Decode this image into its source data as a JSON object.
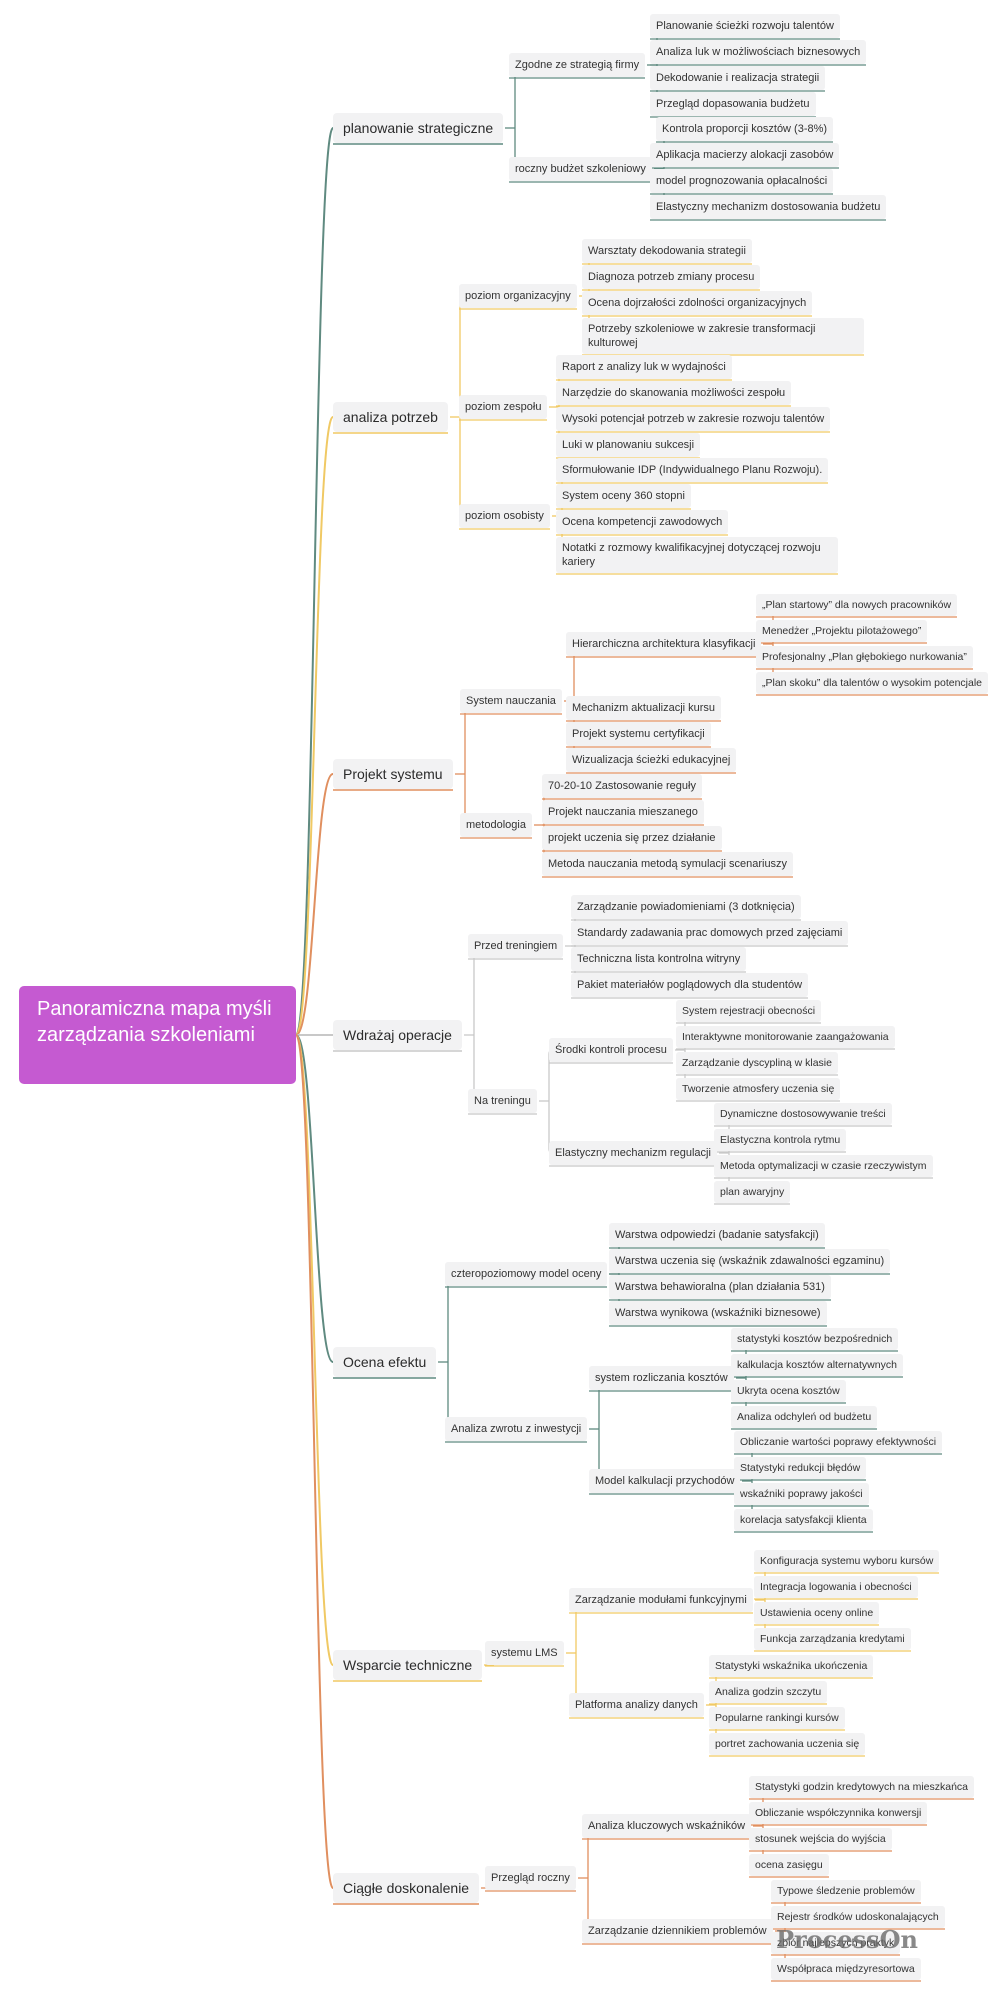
{
  "root": {
    "title": "Panoramiczna mapa myśli zarządzania szkoleniami"
  },
  "branches": [
    {
      "label": "planowanie strategiczne",
      "color": "#5f8a80",
      "children": [
        {
          "label": "Zgodne ze strategią firmy",
          "children": [
            {
              "label": "Planowanie ścieżki rozwoju talentów"
            },
            {
              "label": "Analiza luk w możliwościach biznesowych"
            },
            {
              "label": "Dekodowanie i realizacja strategii"
            },
            {
              "label": "Przegląd dopasowania budżetu"
            }
          ]
        },
        {
          "label": "roczny budżet szkoleniowy",
          "children": [
            {
              "label": "Kontrola proporcji kosztów (3-8%)"
            },
            {
              "label": "Aplikacja macierzy alokacji zasobów"
            },
            {
              "label": "model prognozowania opłacalności"
            },
            {
              "label": "Elastyczny mechanizm dostosowania budżetu"
            }
          ]
        }
      ]
    },
    {
      "label": "analiza potrzeb",
      "color": "#f0c964",
      "children": [
        {
          "label": "poziom organizacyjny",
          "children": [
            {
              "label": "Warsztaty dekodowania strategii"
            },
            {
              "label": "Diagnoza potrzeb zmiany procesu"
            },
            {
              "label": "Ocena dojrzałości zdolności organizacyjnych"
            },
            {
              "label": "Potrzeby szkoleniowe w zakresie transformacji kulturowej"
            }
          ]
        },
        {
          "label": "poziom zespołu",
          "children": [
            {
              "label": "Raport z analizy luk w wydajności"
            },
            {
              "label": "Narzędzie do skanowania możliwości zespołu"
            },
            {
              "label": "Wysoki potencjał potrzeb w zakresie rozwoju talentów"
            },
            {
              "label": "Luki w planowaniu sukcesji"
            }
          ]
        },
        {
          "label": "poziom osobisty",
          "children": [
            {
              "label": "Sformułowanie IDP (Indywidualnego Planu Rozwoju)."
            },
            {
              "label": "System oceny 360 stopni"
            },
            {
              "label": "Ocena kompetencji zawodowych"
            },
            {
              "label": "Notatki z rozmowy kwalifikacyjnej dotyczącej rozwoju kariery"
            }
          ]
        }
      ]
    },
    {
      "label": "Projekt systemu",
      "color": "#e08f5f",
      "children": [
        {
          "label": "System nauczania",
          "children": [
            {
              "label": "Hierarchiczna architektura klasyfikacji",
              "children": [
                {
                  "label": "„Plan startowy” dla nowych pracowników"
                },
                {
                  "label": "Menedżer „Projektu pilotażowego”"
                },
                {
                  "label": "Profesjonalny „Plan głębokiego nurkowania”"
                },
                {
                  "label": "„Plan skoku” dla talentów o wysokim potencjale"
                }
              ]
            },
            {
              "label": "Mechanizm aktualizacji kursu"
            },
            {
              "label": "Projekt systemu certyfikacji"
            },
            {
              "label": "Wizualizacja ścieżki edukacyjnej"
            }
          ]
        },
        {
          "label": "metodologia",
          "children": [
            {
              "label": "70-20-10 Zastosowanie reguły"
            },
            {
              "label": "Projekt nauczania mieszanego"
            },
            {
              "label": "projekt uczenia się przez działanie"
            },
            {
              "label": "Metoda nauczania metodą symulacji scenariuszy"
            }
          ]
        }
      ]
    },
    {
      "label": "Wdrażaj operacje",
      "color": "#c8c8c8",
      "children": [
        {
          "label": "Przed treningiem",
          "children": [
            {
              "label": "Zarządzanie powiadomieniami (3 dotknięcia)"
            },
            {
              "label": "Standardy zadawania prac domowych przed zajęciami"
            },
            {
              "label": "Techniczna lista kontrolna witryny"
            },
            {
              "label": "Pakiet materiałów poglądowych dla studentów"
            }
          ]
        },
        {
          "label": "Na treningu",
          "children": [
            {
              "label": "Środki kontroli procesu",
              "children": [
                {
                  "label": "System rejestracji obecności"
                },
                {
                  "label": "Interaktywne monitorowanie zaangażowania"
                },
                {
                  "label": "Zarządzanie dyscypliną w klasie"
                },
                {
                  "label": "Tworzenie atmosfery uczenia się"
                }
              ]
            },
            {
              "label": "Elastyczny mechanizm regulacji",
              "children": [
                {
                  "label": "Dynamiczne dostosowywanie treści"
                },
                {
                  "label": "Elastyczna kontrola rytmu"
                },
                {
                  "label": "Metoda optymalizacji w czasie rzeczywistym"
                },
                {
                  "label": "plan awaryjny"
                }
              ]
            }
          ]
        }
      ]
    },
    {
      "label": "Ocena efektu",
      "color": "#5f8a80",
      "children": [
        {
          "label": "czteropoziomowy model oceny",
          "children": [
            {
              "label": "Warstwa odpowiedzi (badanie satysfakcji)"
            },
            {
              "label": "Warstwa uczenia się (wskaźnik zdawalności egzaminu)"
            },
            {
              "label": "Warstwa behawioralna (plan działania 531)"
            },
            {
              "label": "Warstwa wynikowa (wskaźniki biznesowe)"
            }
          ]
        },
        {
          "label": "Analiza zwrotu z inwestycji",
          "children": [
            {
              "label": "system rozliczania kosztów",
              "children": [
                {
                  "label": "statystyki kosztów bezpośrednich"
                },
                {
                  "label": "kalkulacja kosztów alternatywnych"
                },
                {
                  "label": "Ukryta ocena kosztów"
                },
                {
                  "label": "Analiza odchyleń od budżetu"
                }
              ]
            },
            {
              "label": "Model kalkulacji przychodów",
              "children": [
                {
                  "label": "Obliczanie wartości poprawy efektywności"
                },
                {
                  "label": "Statystyki redukcji błędów"
                },
                {
                  "label": "wskaźniki poprawy jakości"
                },
                {
                  "label": "korelacja satysfakcji klienta"
                }
              ]
            }
          ]
        }
      ]
    },
    {
      "label": "Wsparcie techniczne",
      "color": "#f0c964",
      "children": [
        {
          "label": "systemu LMS",
          "children": [
            {
              "label": "Zarządzanie modułami funkcyjnymi",
              "children": [
                {
                  "label": "Konfiguracja systemu wyboru kursów"
                },
                {
                  "label": "Integracja logowania i obecności"
                },
                {
                  "label": "Ustawienia oceny online"
                },
                {
                  "label": "Funkcja zarządzania kredytami"
                }
              ]
            },
            {
              "label": "Platforma analizy danych",
              "children": [
                {
                  "label": "Statystyki wskaźnika ukończenia"
                },
                {
                  "label": "Analiza godzin szczytu"
                },
                {
                  "label": "Popularne rankingi kursów"
                },
                {
                  "label": "portret zachowania uczenia się"
                }
              ]
            }
          ]
        }
      ]
    },
    {
      "label": "Ciągłe doskonalenie",
      "color": "#e08f5f",
      "children": [
        {
          "label": "Przegląd roczny",
          "children": [
            {
              "label": "Analiza kluczowych wskaźników",
              "children": [
                {
                  "label": "Statystyki godzin kredytowych na mieszkańca"
                },
                {
                  "label": "Obliczanie współczynnika konwersji"
                },
                {
                  "label": "stosunek wejścia do wyjścia"
                },
                {
                  "label": "ocena zasięgu"
                }
              ]
            },
            {
              "label": "Zarządzanie dziennikiem problemów",
              "children": [
                {
                  "label": "Typowe śledzenie problemów"
                },
                {
                  "label": "Rejestr środków udoskonalających"
                },
                {
                  "label": "zbiór najlepszych praktyk"
                },
                {
                  "label": "Współpraca międzyresortowa"
                }
              ]
            }
          ]
        }
      ]
    }
  ],
  "watermark": "ProcessOn"
}
